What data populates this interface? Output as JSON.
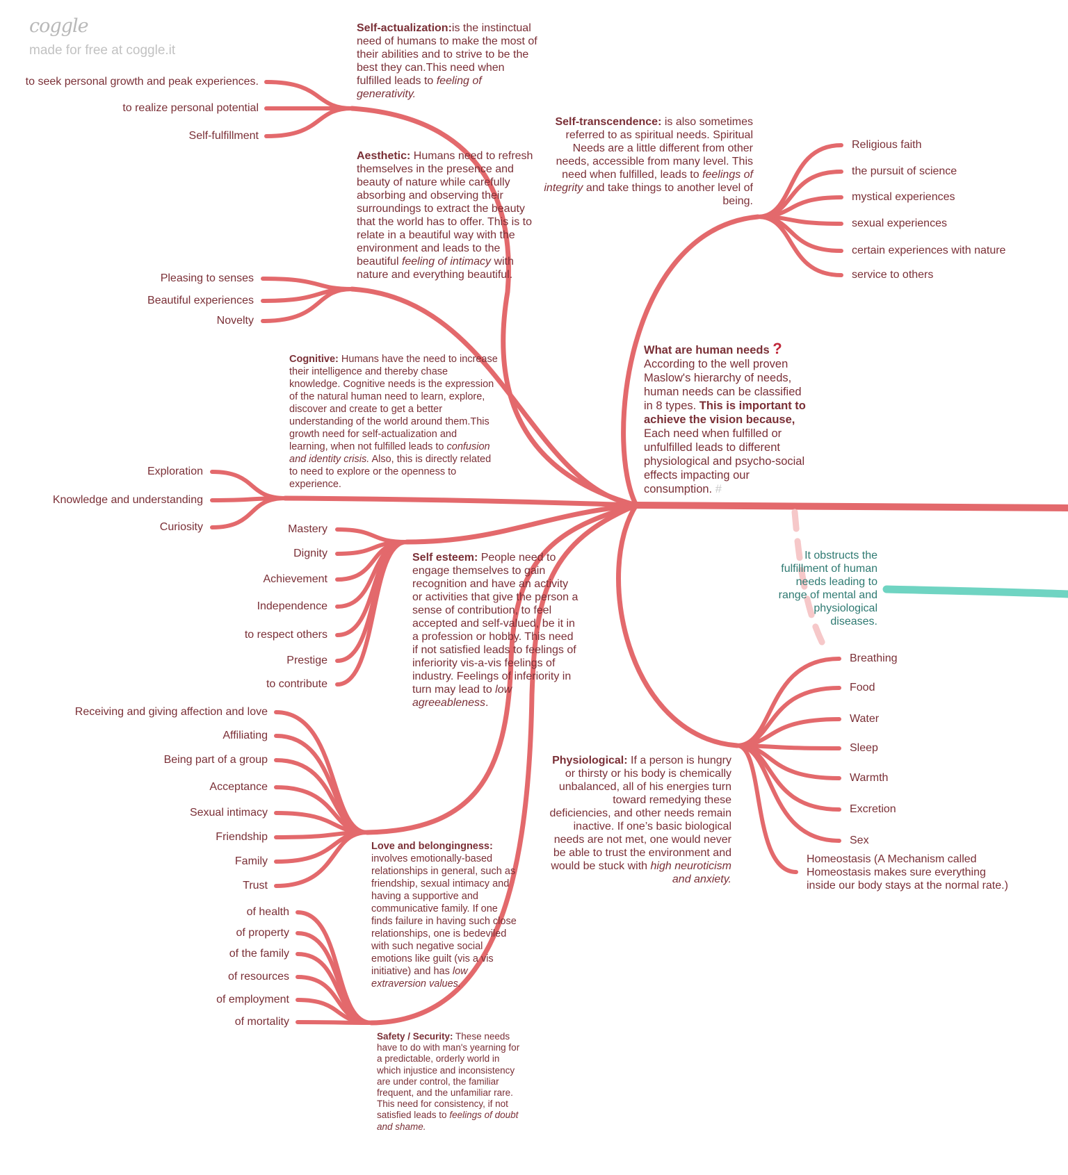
{
  "branding": {
    "logo": "coggle",
    "tagline": "made for free at coggle.it"
  },
  "center": {
    "title": "What are human needs",
    "icon": "question-mark-icon",
    "text1": "According to the well proven Maslow's hierarchy of needs, human needs can be classified in 8 types. ",
    "bold": "This is important to achieve the vision because,",
    "text2": " Each need when fulfilled or unfulfilled leads to different physiological and psycho-social effects impacting our consumption.",
    "hash": "#"
  },
  "obstruct_note": "It obstructs the fulfillment of human needs leading to range of mental and physiological diseases.",
  "self_actualization": {
    "title": "Self-actualization:",
    "text": "is the instinctual need of humans to make the most of their abilities and to strive to be the best they can.This need when fulfilled leads to ",
    "italic": "feeling of generativity.",
    "items": [
      "to seek personal growth and peak experiences.",
      "to realize personal potential",
      "Self-fulfillment"
    ]
  },
  "aesthetic": {
    "title": "Aesthetic:",
    "text": " Humans need to refresh themselves in the presence and beauty of nature while carefully absorbing and observing their surroundings to extract the beauty that the world has to offer. This is to relate in a beautiful way with the environment and leads to the beautiful ",
    "italic": "feeling of intimacy",
    "text2": " with nature and everything beautiful.",
    "items": [
      "Pleasing to senses",
      "Beautiful experiences",
      "Novelty"
    ]
  },
  "cognitive": {
    "title": "Cognitive:",
    "text": " Humans have the need to increase their intelligence and thereby chase knowledge. Cognitive needs is the expression of the natural human need to learn, explore, discover and create to get a better understanding of the world around them.This growth need for self-actualization and learning, when not fulfilled leads to ",
    "italic": "confusion and identity crisis.",
    "text2": " Also, this is directly related to need to explore or the openness to experience.",
    "items": [
      "Exploration",
      "Knowledge and understanding",
      "Curiosity"
    ]
  },
  "self_esteem": {
    "title": "Self esteem:",
    "text": " People need to engage themselves to gain recognition and have an activity or activities that give the person a sense of contribution, to feel accepted and self-valued, be it in a profession or hobby. This need if not satisfied leads to feelings of inferiority vis-a-vis feelings of industry. Feelings of inferiority in turn may lead to ",
    "italic": "low agreeableness",
    "text2": ".",
    "items": [
      "Mastery",
      "Dignity",
      "Achievement",
      "Independence",
      "to respect others",
      "Prestige",
      "to contribute"
    ]
  },
  "love": {
    "title": "Love and belongingness:",
    "text": " involves emotionally-based relationships in general, such as friendship, sexual intimacy and having a supportive and communicative family. If one finds failure in having such close relationships, one is bedeviled with such negative social emotions like guilt (vis a vis initiative) and has ",
    "italic": "low extraversion values.",
    "items": [
      "Receiving and giving affection and love",
      "Affiliating",
      "Being part of a group",
      "Acceptance",
      "Sexual intimacy",
      "Friendship",
      "Family",
      "Trust"
    ]
  },
  "safety": {
    "title": "Safety / Security:",
    "text": " These needs have to do with man's yearning for a predictable, orderly world in which injustice and inconsistency are under control, the familiar frequent, and the unfamiliar rare. This need for consistency, if not satisfied leads to ",
    "italic": "feelings of doubt and shame.",
    "items": [
      "of health",
      "of property",
      "of the family",
      "of resources",
      "of employment",
      "of mortality"
    ]
  },
  "self_transcendence": {
    "title": "Self-transcendence:",
    "text": " is also sometimes referred to as spiritual needs. Spiritual Needs are a little different from other needs, accessible from many level. This need when fulfilled, leads to ",
    "italic": "feelings of integrity",
    "text2": " and take things to another level of being.",
    "items": [
      "Religious faith",
      "the pursuit of science",
      "mystical experiences",
      "sexual experiences",
      "certain experiences with nature",
      "service to others"
    ]
  },
  "physiological": {
    "title": "Physiological:",
    "text": " If a person is hungry or thirsty or his body is chemically unbalanced, all of his energies turn toward remedying these deficiencies, and other needs remain inactive. If one’s basic biological needs are not met, one would never be able to trust the environment and would be stuck with ",
    "italic": "high neuroticism and anxiety.",
    "items": [
      "Breathing",
      "Food",
      "Water",
      "Sleep",
      "Warmth",
      "Excretion",
      "Sex"
    ],
    "homeostasis": "Homeostasis (A Mechanism called Homeostasis makes sure everything inside our body stays at the normal rate.)"
  },
  "colors": {
    "branch": "#e3696c",
    "text": "#7a2f36",
    "teal": "#6fd4c2",
    "teal_text": "#2f7a72",
    "question": "#c0283a"
  }
}
